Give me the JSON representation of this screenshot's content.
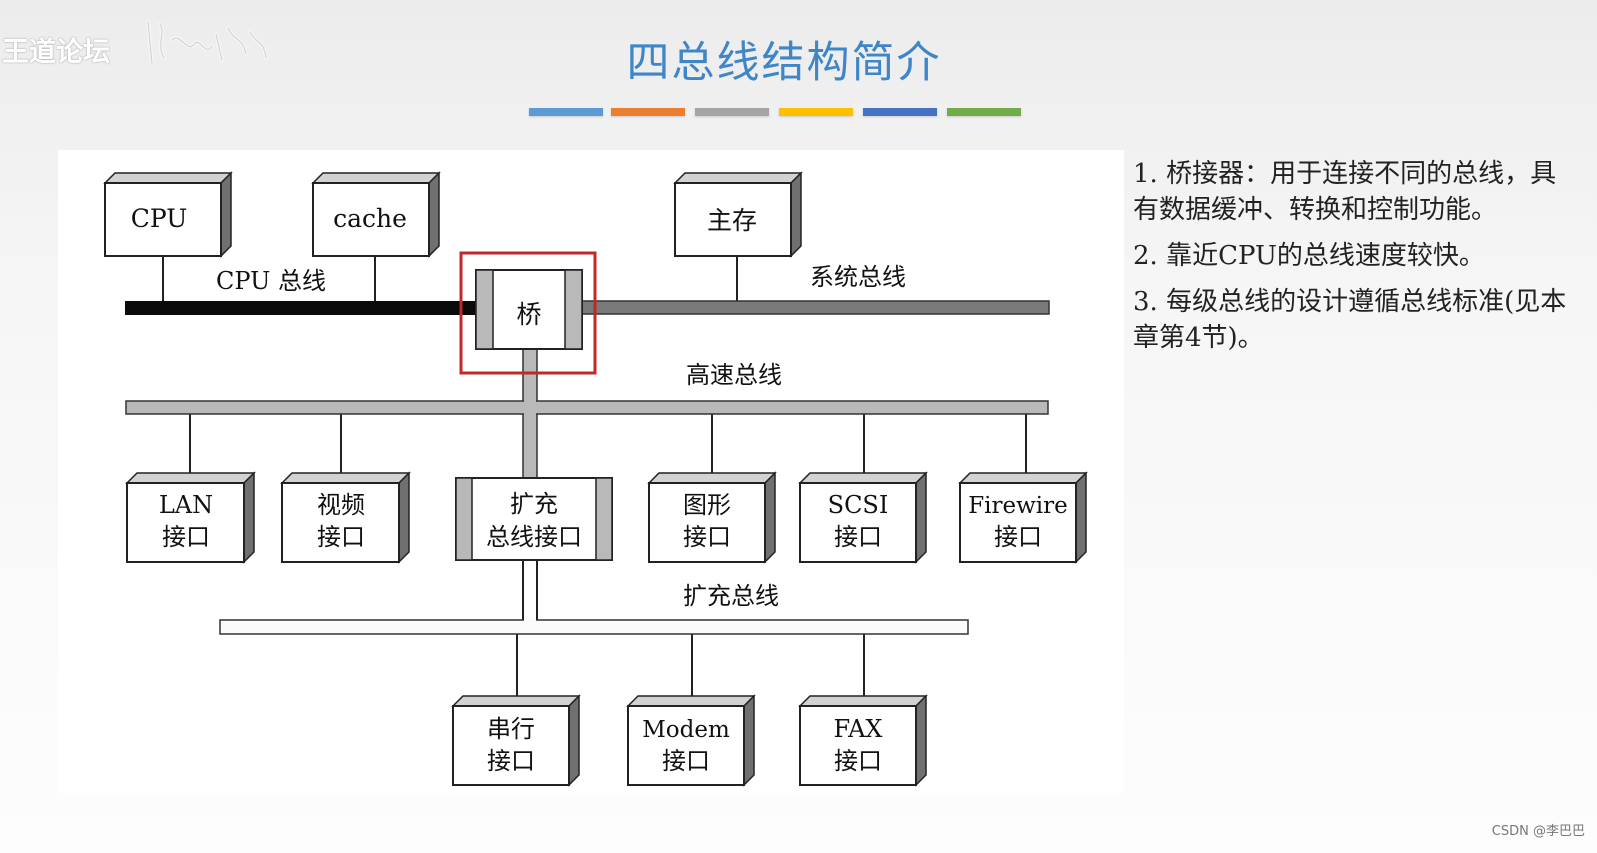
{
  "logo": {
    "text": "王道论坛"
  },
  "slide": {
    "title": "四总线结构简介",
    "accent_colors": [
      "#5b9bd5",
      "#ed7d31",
      "#a5a5a5",
      "#ffc000",
      "#4472c4",
      "#70ad47"
    ]
  },
  "diagram": {
    "nodes": {
      "cpu": "CPU",
      "cache": "cache",
      "main_memory": "主存",
      "bridge": "桥",
      "lan": [
        "LAN",
        "接口"
      ],
      "video": [
        "视频",
        "接口"
      ],
      "expansion_interface": [
        "扩充",
        "总线接口"
      ],
      "graphics": [
        "图形",
        "接口"
      ],
      "scsi": [
        "SCSI",
        "接口"
      ],
      "firewire": [
        "Firewire",
        "接口"
      ],
      "serial": [
        "串行",
        "接口"
      ],
      "modem": [
        "Modem",
        "接口"
      ],
      "fax": [
        "FAX",
        "接口"
      ]
    },
    "buses": {
      "cpu_bus": "CPU 总线",
      "system_bus": "系统总线",
      "high_speed_bus": "高速总线",
      "expansion_bus": "扩充总线"
    },
    "highlight_color": "#c0282a"
  },
  "notes": [
    "1. 桥接器：用于连接不同的总线，具有数据缓冲、转换和控制功能。",
    "2. 靠近CPU的总线速度较快。",
    "3. 每级总线的设计遵循总线标准(见本章第4节)。"
  ],
  "watermark": "CSDN @李巴巴"
}
